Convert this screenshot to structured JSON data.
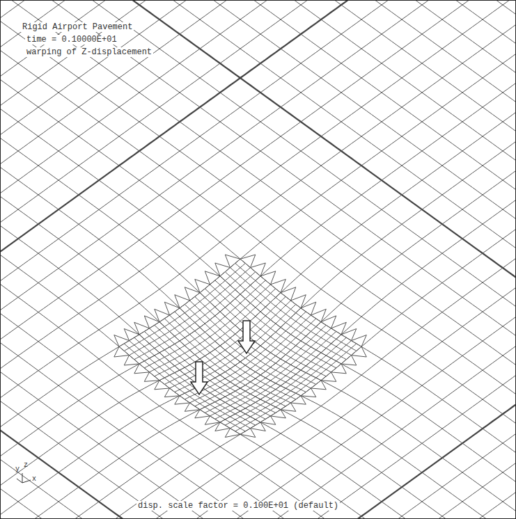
{
  "diagram": {
    "title": "Rigid Airport Pavement",
    "labels": [
      "time = 0.10000E+01",
      "warping of Z-displacement",
      "disp. scale factor = 0.100E+01 (default)",
      "y",
      "z",
      "x"
    ]
  }
}
